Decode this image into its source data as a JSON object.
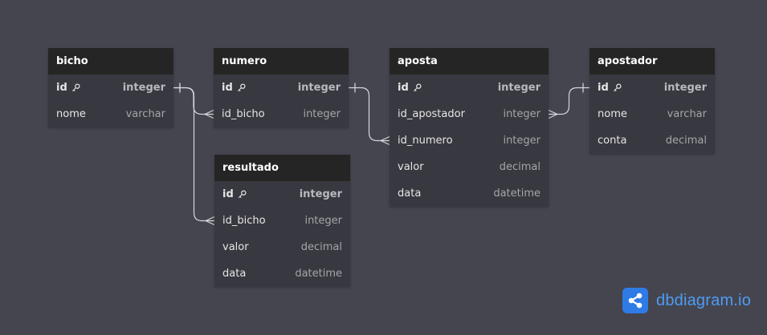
{
  "tables": [
    {
      "id": "bicho",
      "name": "bicho",
      "columns": [
        {
          "name": "id",
          "type": "integer",
          "pk": true
        },
        {
          "name": "nome",
          "type": "varchar",
          "pk": false
        }
      ]
    },
    {
      "id": "numero",
      "name": "numero",
      "columns": [
        {
          "name": "id",
          "type": "integer",
          "pk": true
        },
        {
          "name": "id_bicho",
          "type": "integer",
          "pk": false
        }
      ]
    },
    {
      "id": "aposta",
      "name": "aposta",
      "columns": [
        {
          "name": "id",
          "type": "integer",
          "pk": true
        },
        {
          "name": "id_apostador",
          "type": "integer",
          "pk": false
        },
        {
          "name": "id_numero",
          "type": "integer",
          "pk": false
        },
        {
          "name": "valor",
          "type": "decimal",
          "pk": false
        },
        {
          "name": "data",
          "type": "datetime",
          "pk": false
        }
      ]
    },
    {
      "id": "apostador",
      "name": "apostador",
      "columns": [
        {
          "name": "id",
          "type": "integer",
          "pk": true
        },
        {
          "name": "nome",
          "type": "varchar",
          "pk": false
        },
        {
          "name": "conta",
          "type": "decimal",
          "pk": false
        }
      ]
    },
    {
      "id": "resultado",
      "name": "resultado",
      "columns": [
        {
          "name": "id",
          "type": "integer",
          "pk": true
        },
        {
          "name": "id_bicho",
          "type": "integer",
          "pk": false
        },
        {
          "name": "valor",
          "type": "decimal",
          "pk": false
        },
        {
          "name": "data",
          "type": "datetime",
          "pk": false
        }
      ]
    }
  ],
  "relations": [
    {
      "from": "bicho.id",
      "to": "numero.id_bicho",
      "from_card": "one",
      "to_card": "many"
    },
    {
      "from": "bicho.id",
      "to": "resultado.id_bicho",
      "from_card": "one",
      "to_card": "many"
    },
    {
      "from": "numero.id",
      "to": "aposta.id_numero",
      "from_card": "one",
      "to_card": "many"
    },
    {
      "from": "apostador.id",
      "to": "aposta.id_apostador",
      "from_card": "one",
      "to_card": "many"
    }
  ],
  "brand": {
    "text": "dbdiagram.io",
    "logo_icon": "share-nodes-icon"
  },
  "colors": {
    "background": "#45454f",
    "header": "#252525",
    "body": "#383840",
    "link": "#d6d6dc",
    "brand": "#4d9cf4"
  }
}
